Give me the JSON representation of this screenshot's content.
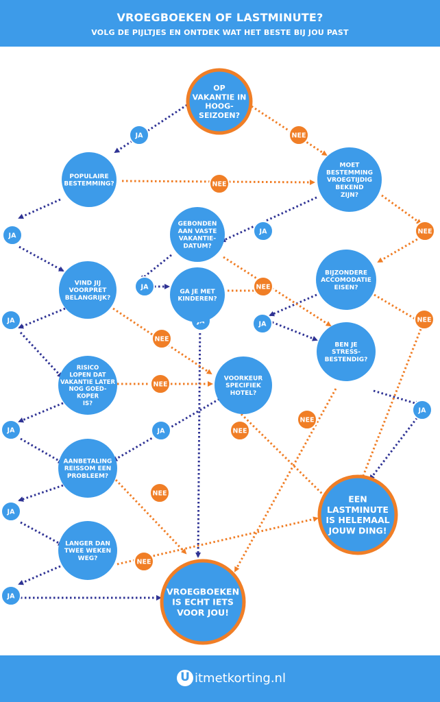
{
  "header": {
    "title": "VROEGBOEKEN OF LASTMINUTE?",
    "subtitle": "VOLG DE PIJLTJES EN ONTDEK WAT HET BESTE BIJ JOU PAST"
  },
  "footer": {
    "logo_mark": "U",
    "logo_text": "itmetkorting.nl"
  },
  "colors": {
    "blue": "#3d9be9",
    "orange": "#f07e26",
    "navy": "#2f3394",
    "white": "#ffffff"
  },
  "nodes": [
    {
      "id": "hoogseizoen",
      "lines": [
        "OP",
        "VAKANTIE IN",
        "HOOG-",
        "SEIZOEN?"
      ],
      "kind": "start"
    },
    {
      "id": "populaire",
      "lines": [
        "POPULAIRE",
        "BESTEMMING?"
      ],
      "kind": "question"
    },
    {
      "id": "vroegtijdig",
      "lines": [
        "MOET",
        "BESTEMMING",
        "VROEGTIJDIG",
        "BEKEND",
        "ZIJN?"
      ],
      "kind": "question"
    },
    {
      "id": "gebonden",
      "lines": [
        "GEBONDEN",
        "AAN VASTE",
        "VAKANTIE-",
        "DATUM?"
      ],
      "kind": "question"
    },
    {
      "id": "voorpret",
      "lines": [
        "VIND JIJ",
        "VOORPRET",
        "BELANGRIJK?"
      ],
      "kind": "question"
    },
    {
      "id": "kinderen",
      "lines": [
        "GA JE MET",
        "KINDEREN?"
      ],
      "kind": "question"
    },
    {
      "id": "accomodatie",
      "lines": [
        "BIJZONDERE",
        "ACCOMODATIE",
        "EISEN?"
      ],
      "kind": "question"
    },
    {
      "id": "stress",
      "lines": [
        "BEN JE",
        "STRESS-",
        "BESTENDIG?"
      ],
      "kind": "question"
    },
    {
      "id": "risico",
      "lines": [
        "RISICO",
        "LOPEN DAT",
        "VAKANTIE LATER",
        "NOG GOED-",
        "KOPER",
        "IS?"
      ],
      "kind": "question"
    },
    {
      "id": "hotel",
      "lines": [
        "VOORKEUR",
        "SPECIFIEK",
        "HOTEL?"
      ],
      "kind": "question"
    },
    {
      "id": "aanbetaling",
      "lines": [
        "AANBETALING",
        "REISSOM EEN",
        "PROBLEEM?"
      ],
      "kind": "question"
    },
    {
      "id": "langer",
      "lines": [
        "LANGER DAN",
        "TWEE WEKEN",
        "WEG?"
      ],
      "kind": "question"
    },
    {
      "id": "lastminute",
      "lines": [
        "EEN",
        "LASTMINUTE",
        "IS HELEMAAL",
        "JOUW DING!"
      ],
      "kind": "result"
    },
    {
      "id": "vroegboeken",
      "lines": [
        "VROEGBOEKEN",
        "IS ECHT IETS",
        "VOOR JOU!"
      ],
      "kind": "result"
    }
  ],
  "labels": {
    "ja": "JA",
    "nee": "NEE"
  }
}
